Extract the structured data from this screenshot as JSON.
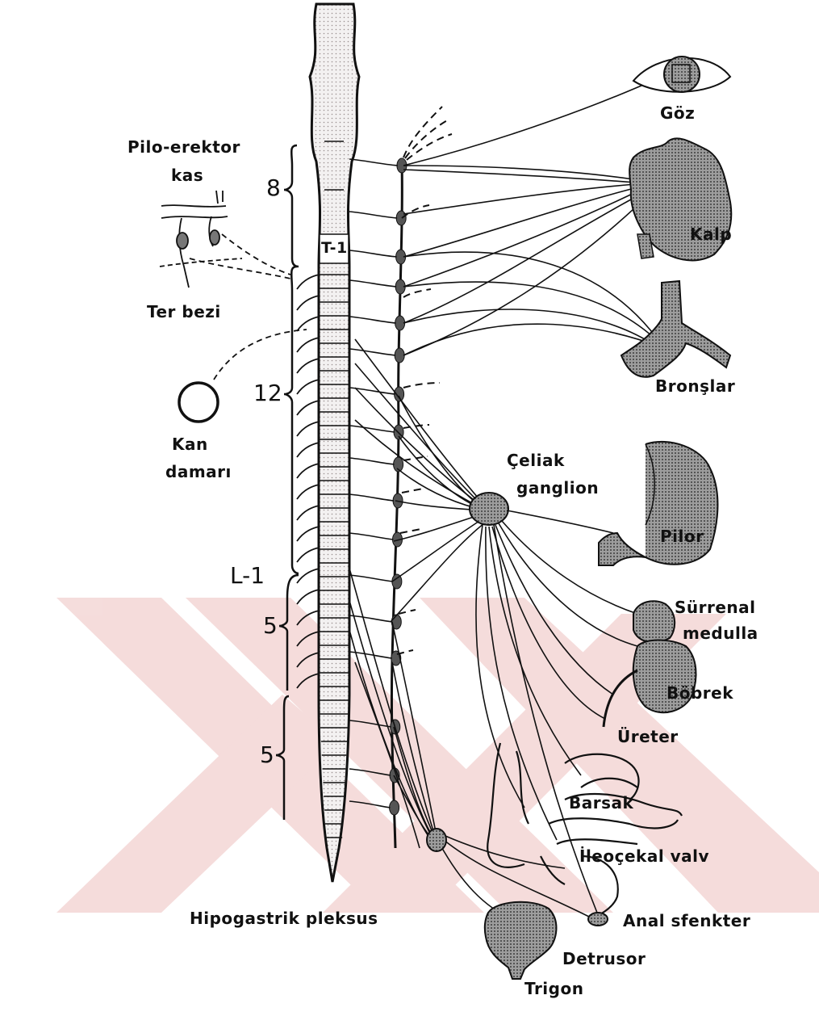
{
  "labels": {
    "goz": "Göz",
    "kalp": "Kalp",
    "bronslar": "Bronşlar",
    "pilo_erektor_1": "Pilo-erektor",
    "pilo_erektor_2": "kas",
    "ter_bezi": "Ter bezi",
    "kan_damari_1": "Kan",
    "kan_damari_2": "damarı",
    "celiak_1": "Çeliak",
    "celiak_2": "ganglion",
    "pilor": "Pilor",
    "surrenal_1": "Sürrenal",
    "surrenal_2": "medulla",
    "bobrek": "Böbrek",
    "ureter": "Üreter",
    "barsak": "Barsak",
    "ileocekal": "İleoçekal valv",
    "anal": "Anal sfenkter",
    "detrusor": "Detrusor",
    "trigon": "Trigon",
    "hipogastrik": "Hipogastrik pleksus",
    "t1": "T-1"
  },
  "segments": {
    "cervical": "8",
    "thoracic": "12",
    "l1": "L-1",
    "lumbar": "5",
    "sacral": "5"
  },
  "colors": {
    "ink": "#111111",
    "organ_fill": "#8a8a8a",
    "watermark": "#c9413f"
  }
}
